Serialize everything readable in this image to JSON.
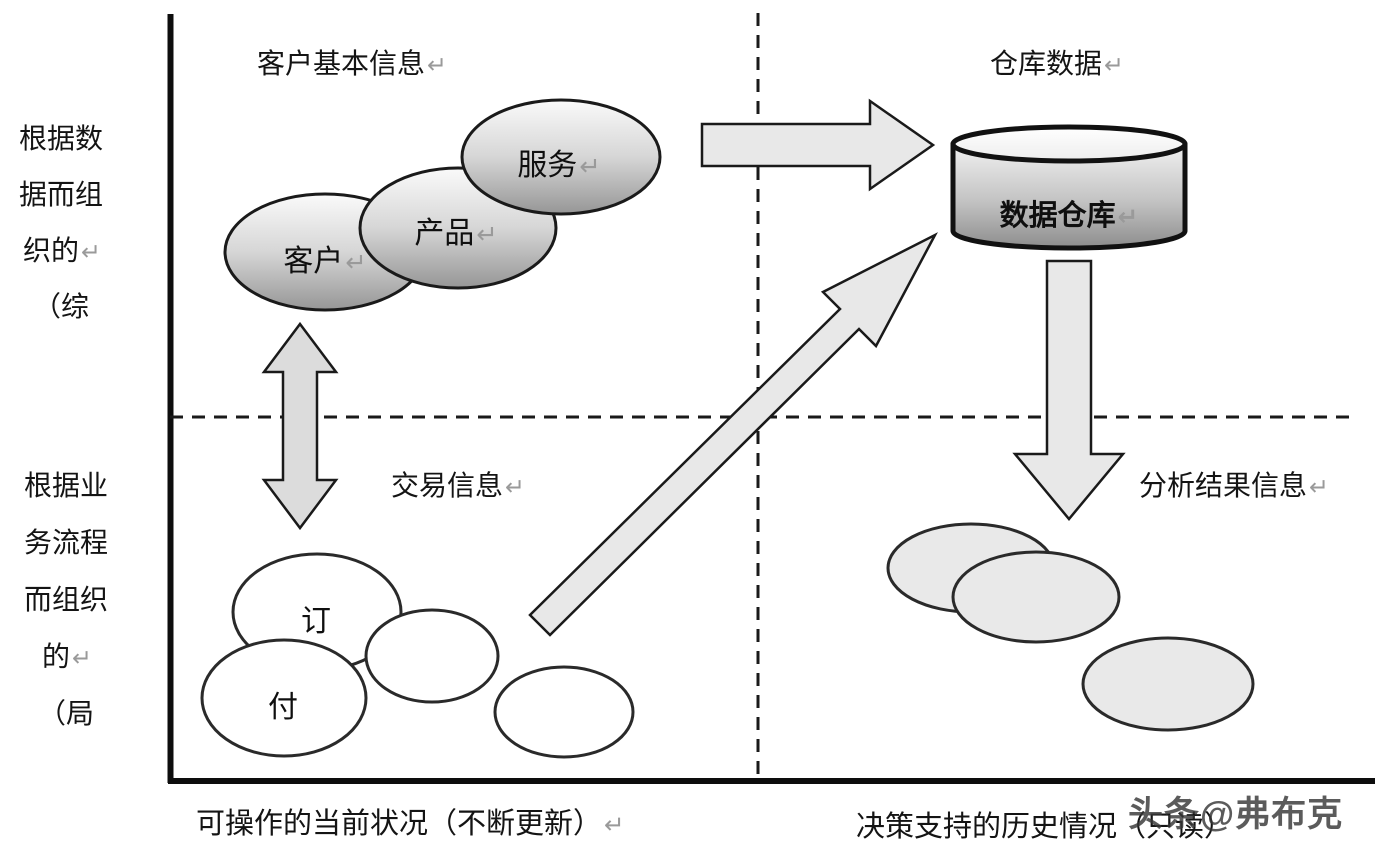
{
  "colors": {
    "stroke": "#1a1a1a",
    "arrow_fill": "#e8e8e8",
    "double_arrow_fill": "#dcdcdc",
    "gray_ellipse_fill": "#e9e9e9",
    "white_ellipse_fill": "#ffffff"
  },
  "left_axis": {
    "top_block": {
      "lines": [
        {
          "t": "根据数",
          "m": ""
        },
        {
          "t": "据而组",
          "m": ""
        },
        {
          "t": "织的",
          "m": "↵"
        },
        {
          "t": "（综",
          "m": ""
        }
      ]
    },
    "bottom_block": {
      "lines": [
        {
          "t": "根据业",
          "m": ""
        },
        {
          "t": "务流程",
          "m": ""
        },
        {
          "t": "而组织",
          "m": ""
        },
        {
          "t": "的",
          "m": "↵"
        },
        {
          "t": "（局",
          "m": ""
        }
      ]
    }
  },
  "quadrants": {
    "top_left_label": {
      "text": "客户基本信息",
      "mark": "↵"
    },
    "top_right_label": {
      "text": "仓库数据",
      "mark": "↵"
    },
    "bottom_left_label": {
      "text": "交易信息",
      "mark": "↵"
    },
    "bottom_right_label": {
      "text": "分析结果信息",
      "mark": "↵"
    }
  },
  "shapes": {
    "customer_ellipse": {
      "label": "客户",
      "mark": "↵"
    },
    "product_ellipse": {
      "label": "产品",
      "mark": "↵"
    },
    "service_ellipse": {
      "label": "服务",
      "mark": "↵"
    },
    "order_ellipse": {
      "label": "订",
      "mark": ""
    },
    "payment_ellipse": {
      "label": "付",
      "mark": ""
    },
    "data_warehouse_cylinder": {
      "label": "数据仓库",
      "mark": "↵"
    }
  },
  "captions": {
    "left": {
      "text": "可操作的当前状况（不断更新）",
      "mark": "↵"
    },
    "right": {
      "text": "决策支持的历史情况（只读）",
      "mark": ""
    }
  },
  "watermark": {
    "text": "头条@弗布克"
  }
}
